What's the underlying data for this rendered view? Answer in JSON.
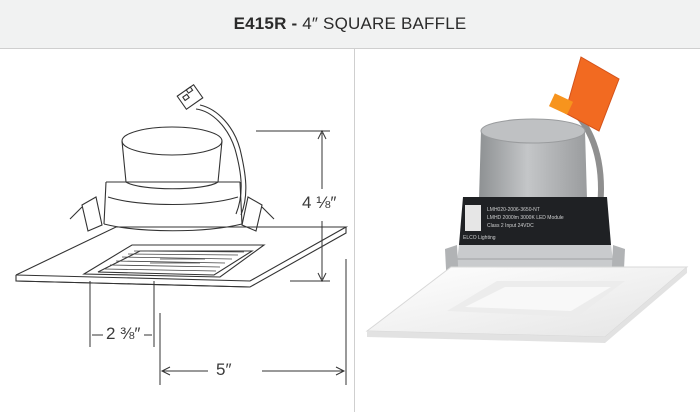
{
  "title": {
    "model": "E415R",
    "separator": " - ",
    "description": "4″ SQUARE BAFFLE"
  },
  "drawing": {
    "dimensions": {
      "height": "4 ⅛″",
      "baffle": "2 ⅜″",
      "trim": "5″"
    }
  },
  "photo": {
    "label_brand": "ELCO Lighting",
    "label_lines": [
      "LMH020-2006-3650-NT",
      "LMHD 2000lm 3000K LED Module",
      "Class 2 Input 24VDC"
    ]
  },
  "colors": {
    "header_bg": "#f1f2f2",
    "border": "#cfcfcf",
    "can_gray": "#b5b7b9",
    "trim_white": "#f4f4f4",
    "tag_orange": "#f26a21"
  }
}
